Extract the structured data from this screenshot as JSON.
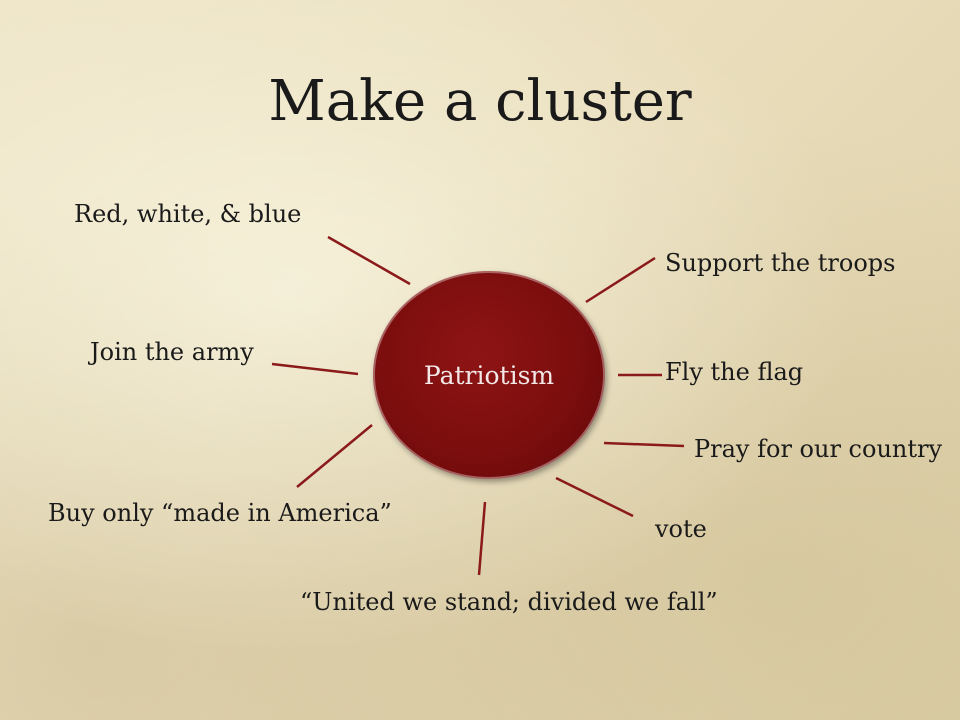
{
  "slide": {
    "title": "Make a cluster",
    "hub": "Patriotism",
    "line_color": "#8b1a1a",
    "nodes": [
      "Red, white, & blue",
      "Support the troops",
      "Join the army",
      "Fly the flag",
      "Pray for our country",
      "Buy only “made in America”",
      "vote",
      "“United we stand; divided we fall”"
    ]
  }
}
